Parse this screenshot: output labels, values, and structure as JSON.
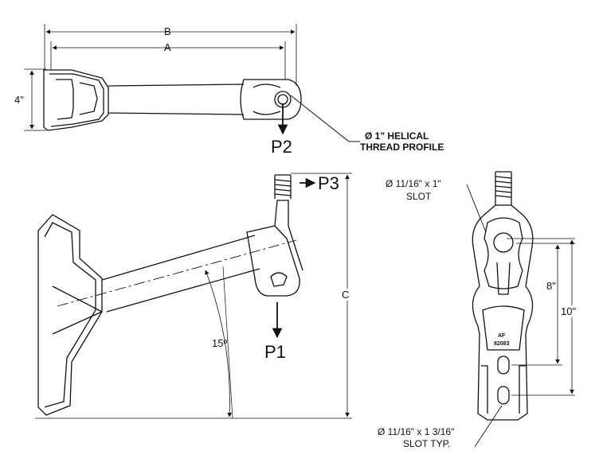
{
  "dimensions": {
    "a": "A",
    "b": "B",
    "c": "C",
    "height_4": "4\"",
    "eight": "8\"",
    "ten": "10\"",
    "angle": "15º"
  },
  "loads": {
    "p1": "P1",
    "p2": "P2",
    "p3": "P3"
  },
  "callouts": {
    "helical_line1": "Ø  1\" HELICAL",
    "helical_line2": "THREAD PROFILE",
    "slot_top_line1": "Ø 11/16\"  x 1\"",
    "slot_top_line2": "SLOT",
    "slot_bottom_line1": "Ø 11/16\"  x 1 3/16\"",
    "slot_bottom_line2": "SLOT TYP.",
    "part_mark_line1": "AF",
    "part_mark_line2": "82083"
  },
  "colors": {
    "ink": "#111111",
    "background": "#ffffff"
  }
}
